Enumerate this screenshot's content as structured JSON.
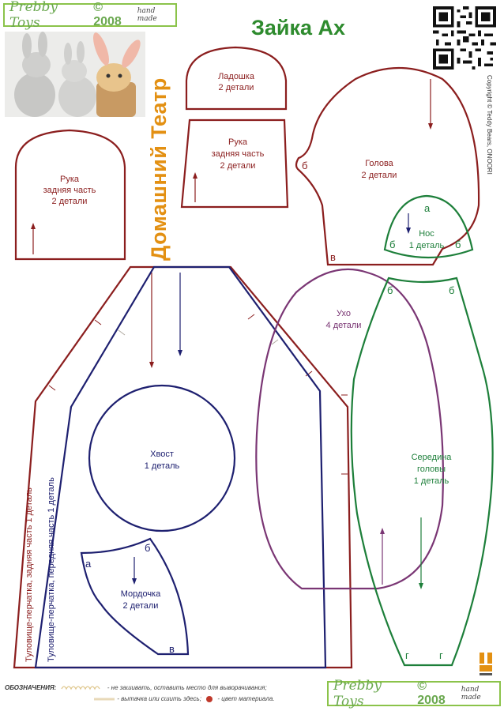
{
  "brand": {
    "name": "Prebby Toys",
    "year": "© 2008",
    "handmade": "hand made"
  },
  "title": "Зайка Ах",
  "side_title": "Домашний Театр",
  "copyright": "Copyright © Teddy Bears, ONOORI",
  "colors": {
    "red": "#8b1e1e",
    "navy": "#1e2070",
    "green": "#1d7f3a",
    "purple": "#7a3674",
    "orange": "#e39012",
    "brand_green": "#6aa84f"
  },
  "pieces": {
    "palm": {
      "name": "Ладошка",
      "count": "2 детали"
    },
    "arm_back_top": {
      "name": "Рука",
      "sub": "задняя часть",
      "count": "2 детали"
    },
    "arm_back_left": {
      "name": "Рука",
      "sub": "задняя часть",
      "count": "2 детали"
    },
    "head": {
      "name": "Голова",
      "count": "2 детали",
      "mark_b": "б",
      "mark_v": "в"
    },
    "nose": {
      "name": "Нос",
      "count": "1 деталь",
      "mark_a": "а",
      "mark_b1": "б",
      "mark_b2": "б"
    },
    "ear": {
      "name": "Ухо",
      "count": "4 детали"
    },
    "head_middle": {
      "name": "Середина",
      "sub": "головы",
      "count": "1 деталь",
      "mark_b1": "б",
      "mark_b2": "б",
      "mark_g1": "г",
      "mark_g2": "г"
    },
    "tail": {
      "name": "Хвост",
      "count": "1 деталь"
    },
    "muzzle": {
      "name": "Мордочка",
      "count": "2 детали",
      "mark_a": "а",
      "mark_b": "б",
      "mark_v": "в"
    },
    "body_back": {
      "label": "Туловище-перчатка, задняя часть 1 деталь"
    },
    "body_front": {
      "label": "Туловище-перчатка, передняя часть 1 деталь"
    }
  },
  "legend": {
    "heading": "ОБОЗНАЧЕНИЯ:",
    "item1": "- не зашивать, оставить место  для выворачивания;",
    "item2": "- вытачка или сшить здесь;",
    "item3": "- цвет материала."
  },
  "icons": {
    "qr": "qr-code-icon",
    "logo": "bunny-logo-icon"
  }
}
